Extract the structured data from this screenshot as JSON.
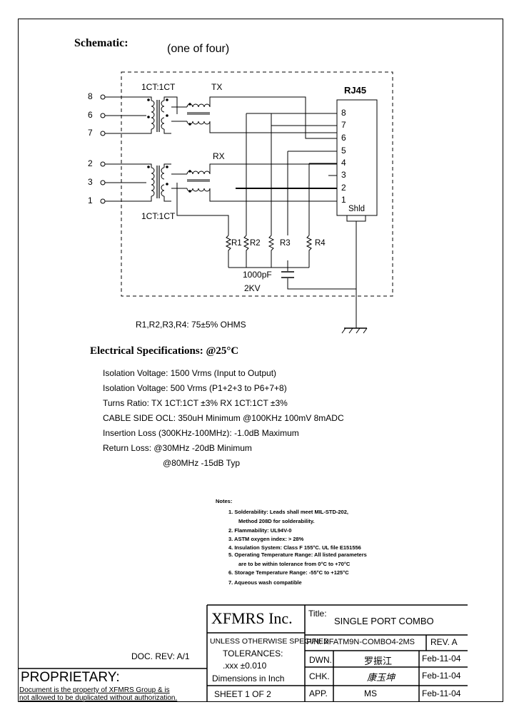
{
  "schematic": {
    "title": "Schematic:",
    "subtitle": "(one of four)",
    "ratio_top": "1CT:1CT",
    "ratio_bottom": "1CT:1CT",
    "tx": "TX",
    "rx": "RX",
    "rj45": "RJ45",
    "left_pins": [
      "8",
      "6",
      "7",
      "2",
      "3",
      "1"
    ],
    "rj_pins": [
      "8",
      "7",
      "6",
      "5",
      "4",
      "3",
      "2",
      "1"
    ],
    "shld": "Shld",
    "resistors": [
      "R1",
      "R2",
      "R3",
      "R4"
    ],
    "cap1": "1000pF",
    "cap2": "2KV",
    "resistor_note": "R1,R2,R3,R4: 75±5% OHMS"
  },
  "electrical": {
    "title": "Electrical Specifications: @25°C",
    "lines": [
      "Isolation Voltage:  1500 Vrms (Input to Output)",
      "Isolation Voltage:  500 Vrms (P1+2+3 to P6+7+8)",
      "Turns Ratio: TX 1CT:1CT ±3%  RX  1CT:1CT ±3%",
      "CABLE SIDE OCL: 350uH Minimum @100KHz 100mV 8mADC",
      "Insertion Loss (300KHz-100MHz): -1.0dB Maximum",
      "Return Loss: @30MHz   -20dB Minimum",
      "@80MHz   -15dB Typ"
    ]
  },
  "notes": {
    "title": "Notes:",
    "items": [
      "1. Solderability: Leads shall meet MIL-STD-202,",
      "Method 208D for solderability.",
      "2. Flammability: UL94V-0",
      "3. ASTM oxygen index: > 28%",
      "4. Insulation System: Class F 155°C. UL file E151556",
      "5. Operating Temperature Range: All listed parameters",
      "are to be within tolerance from 0°C to +70°C",
      "6. Storage Temperature Range: -55°C to +125°C",
      "7. Aqueous wash compatible"
    ]
  },
  "title_block": {
    "company": "XFMRS Inc.",
    "title_label": "Title:",
    "title": "SINGLE PORT COMBO",
    "unless": "UNLESS OTHERWISE SPECIFIED",
    "tolerances": "TOLERANCES:",
    "tol_value": ".xxx ±0.010",
    "dimensions": "Dimensions in Inch",
    "sheet": "SHEET  1  OF  2",
    "pn": "P/N: XFATM9N-COMBO4-2MS",
    "rev": "REV. A",
    "dwn_label": "DWN.",
    "dwn_sig": "罗振江",
    "dwn_date": "Feb-11-04",
    "chk_label": "CHK.",
    "chk_sig": "康玉坤",
    "chk_date": "Feb-11-04",
    "app_label": "APP.",
    "app_sig": "MS",
    "app_date": "Feb-11-04",
    "doc_rev": "DOC. REV: A/1",
    "proprietary": "PROPRIETARY:",
    "prop_line1": "Document is the property of XFMRS Group & is",
    "prop_line2": "not allowed to be duplicated without authorization."
  }
}
